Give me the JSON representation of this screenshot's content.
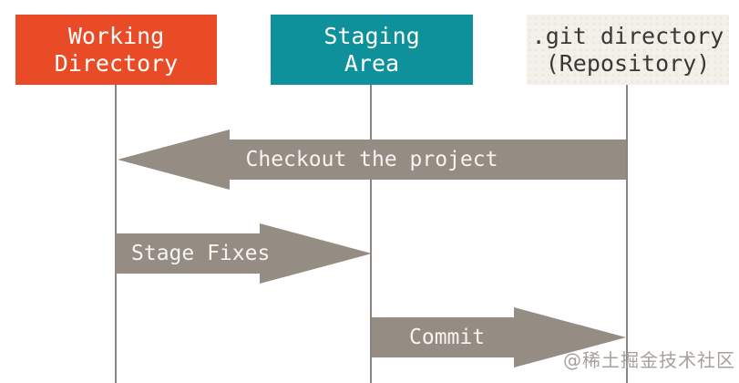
{
  "colors": {
    "background": "#FFFFFF",
    "working_directory_bg": "#E94B27",
    "staging_area_bg": "#0F919B",
    "git_directory_bg": "#F2F0E9",
    "git_directory_text": "#3B3834",
    "header_text": "#FFFFFF",
    "arrow_fill": "#958C84",
    "arrow_text": "#F6F4F1",
    "lifeline": "#8C857F",
    "watermark_text": "#A6A09A"
  },
  "lanes": [
    {
      "label": "Working\nDirectory"
    },
    {
      "label": "Staging\nArea"
    },
    {
      "label": ".git directory\n(Repository)"
    }
  ],
  "arrows": [
    {
      "label": "Checkout the project",
      "direction": "left",
      "from": ".git directory (Repository)",
      "to": "Working Directory"
    },
    {
      "label": "Stage Fixes",
      "direction": "right",
      "from": "Working Directory",
      "to": "Staging Area"
    },
    {
      "label": "Commit",
      "direction": "right",
      "from": "Staging Area",
      "to": ".git directory (Repository)"
    }
  ],
  "watermark": {
    "text": "@稀土掘金技术社区"
  }
}
